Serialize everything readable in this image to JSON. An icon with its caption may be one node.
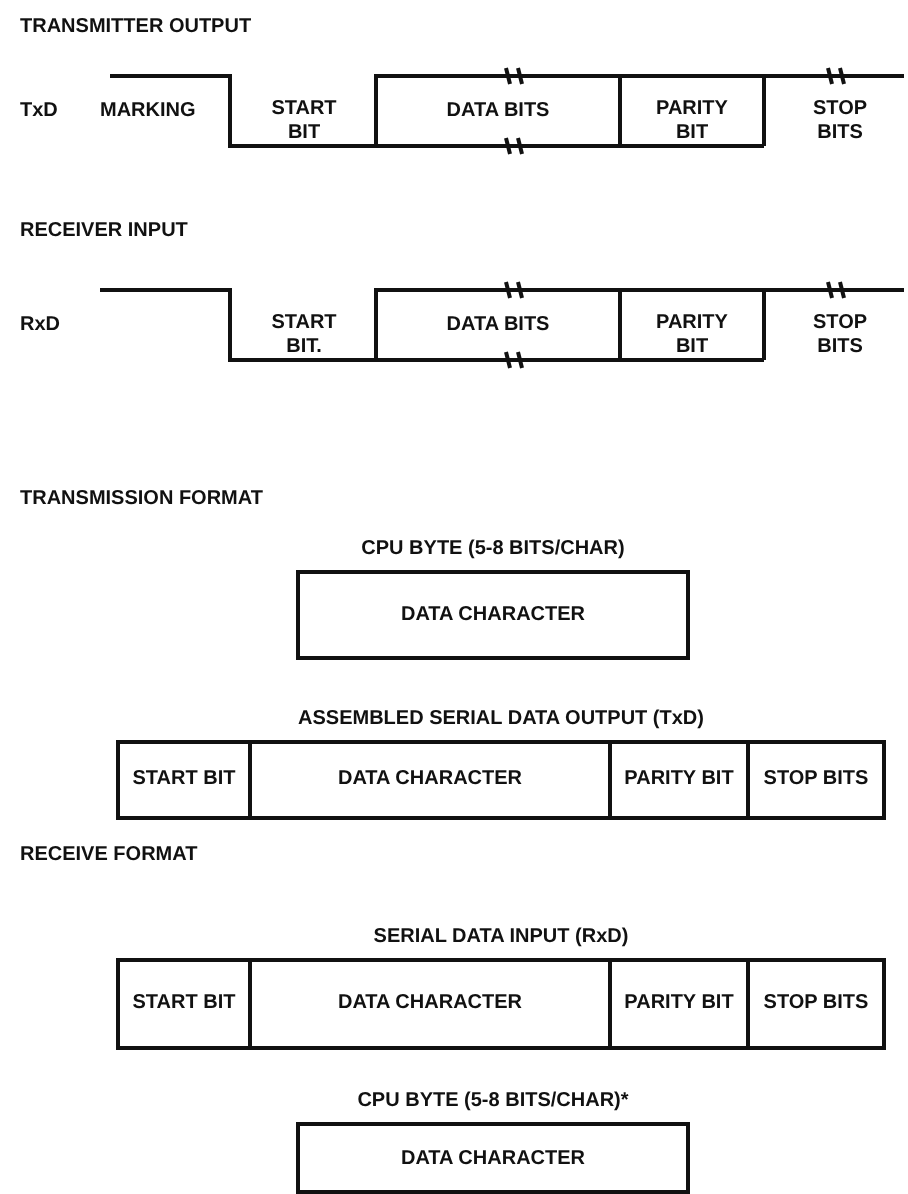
{
  "diagram": {
    "nodes": [
      {
        "text": [
          "CPU BYTE (5-8 BITS/CHAR)",
          "DATA CHARACTER"
        ]
      },
      {
        "text": [
          "ASSEMBLED SERIAL DATA OUTPUT (TxD)"
        ]
      },
      {
        "text": [
          "START BIT"
        ],
        "in": 1
      },
      {
        "text": [
          "DATA CHARACTER"
        ],
        "in": 1
      },
      {
        "text": [
          "PARITY BIT"
        ],
        "in": 1
      },
      {
        "text": [
          "STOP BITS"
        ],
        "in": 1
      },
      {
        "text": [
          "SERIAL DATA INPUT (RxD)"
        ]
      },
      {
        "text": [
          "START BIT"
        ],
        "in": 6
      },
      {
        "text": [
          "DATA CHARACTER"
        ],
        "in": 6
      },
      {
        "text": [
          "PARITY BIT"
        ],
        "in": 6
      },
      {
        "text": [
          "STOP BITS"
        ],
        "in": 6
      },
      {
        "text": [
          "CPU BYTE (5-8 BITS/CHAR)*",
          "DATA CHARACTER"
        ]
      }
    ],
    "edges": [],
    "labels": [
      "TRANSMITTER OUTPUT",
      "TxD",
      "MARKING",
      "START BIT",
      "DATA BITS",
      "PARITY BIT",
      "STOP BITS",
      "RECEIVER INPUT",
      "RxD",
      "START BIT.",
      "DATA BITS",
      "PARITY BIT",
      "STOP BITS",
      "TRANSMISSION FORMAT",
      "RECEIVE FORMAT"
    ]
  }
}
